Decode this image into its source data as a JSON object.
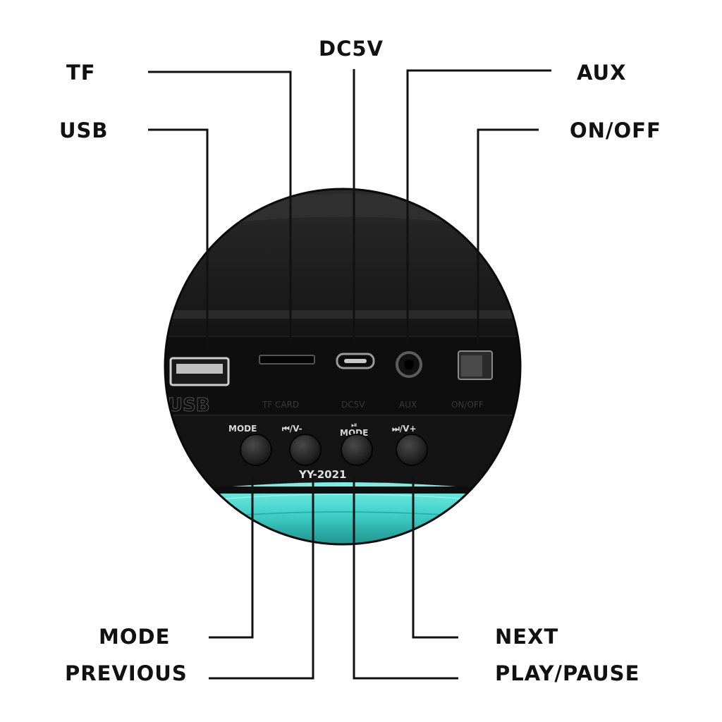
{
  "callouts": {
    "tf": "TF",
    "usb": "USB",
    "dc5v": "DC5V",
    "aux": "AUX",
    "on_off": "ON/OFF",
    "mode": "MODE",
    "previous": "PREVIOUS",
    "next": "NEXT",
    "play_pause": "PLAY/PAUSE"
  },
  "device": {
    "model": "YY-2021",
    "port_prints": {
      "usb": "USB",
      "tf_card": "TF CARD",
      "dc5v": "DC5V",
      "aux": "AUX",
      "on_off": "ON/OFF"
    },
    "button_prints": {
      "mode": "MODE",
      "previous": "⏮/V-",
      "play_pause": "MODE",
      "play_pause_symbol": "⏯",
      "next": "⏭/V+"
    }
  },
  "colors": {
    "ink": "#111111",
    "housing": "#1c1c1c",
    "panel": "#0e0e0e",
    "fabric": "#3fd0c8"
  }
}
